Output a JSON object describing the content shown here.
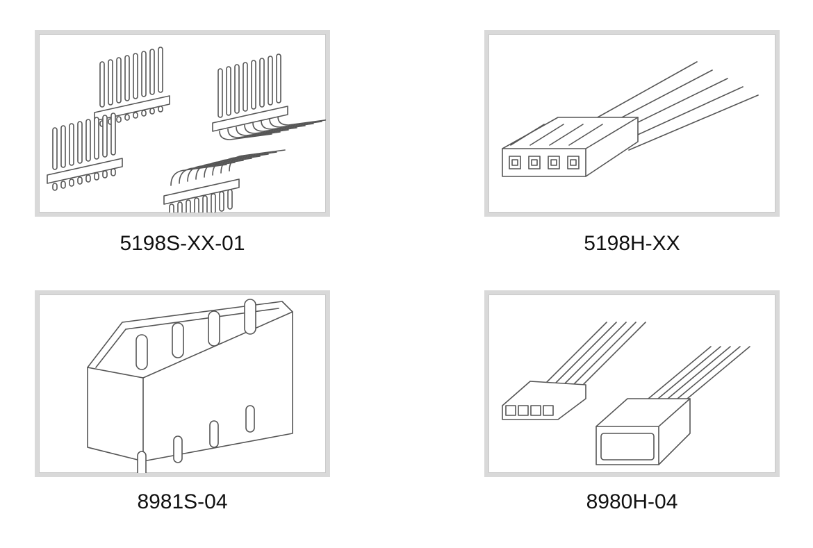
{
  "products": [
    {
      "part_number": "5198S-XX-01",
      "image": "pcb-header-variants"
    },
    {
      "part_number": "5198H-XX",
      "image": "4-pin-housing-with-wires"
    },
    {
      "part_number": "8981S-04",
      "image": "4-pin-vertical-header"
    },
    {
      "part_number": "8980H-04",
      "image": "mating-connector-pair"
    }
  ]
}
